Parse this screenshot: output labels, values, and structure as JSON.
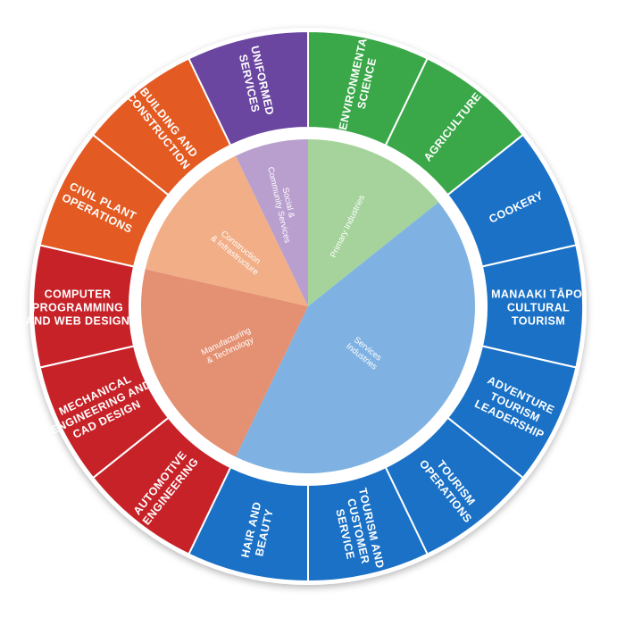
{
  "colors": {
    "green": "#3aa849",
    "blue": "#1a71c6",
    "red": "#c62228",
    "orange": "#e35a22",
    "purple": "#6b46a1",
    "inner_green": "#a5d39b",
    "inner_blue": "#7fb2e2",
    "inner_salmon": "#e49072",
    "inner_peach": "#f2ae86",
    "inner_lavender": "#b89fce",
    "ring": "#ffffff"
  },
  "outer_segments": [
    {
      "id": "environmental-science",
      "lines": [
        "ENVIRONMENTAL",
        "SCIENCE"
      ],
      "color": "green"
    },
    {
      "id": "agriculture",
      "lines": [
        "AGRICULTURE"
      ],
      "color": "green"
    },
    {
      "id": "cookery",
      "lines": [
        "COOKERY"
      ],
      "color": "blue"
    },
    {
      "id": "manaaki-tapoi",
      "lines": [
        "MANAAKI TĀPOI",
        "CULTURAL",
        "TOURISM"
      ],
      "color": "blue"
    },
    {
      "id": "adventure-tourism",
      "lines": [
        "ADVENTURE",
        "TOURISM",
        "LEADERSHIP"
      ],
      "color": "blue"
    },
    {
      "id": "tourism-operations",
      "lines": [
        "TOURISM",
        "OPERATIONS"
      ],
      "color": "blue"
    },
    {
      "id": "tourism-customer-service",
      "lines": [
        "TOURISM AND",
        "CUSTOMER",
        "SERVICE"
      ],
      "color": "blue"
    },
    {
      "id": "hair-and-beauty",
      "lines": [
        "HAIR AND",
        "BEAUTY"
      ],
      "color": "blue"
    },
    {
      "id": "automotive-engineering",
      "lines": [
        "AUTOMOTIVE",
        "ENGINEERING"
      ],
      "color": "red"
    },
    {
      "id": "mechanical-engineering",
      "lines": [
        "MECHANICAL",
        "ENGINEERING AND",
        "CAD DESIGN"
      ],
      "color": "red"
    },
    {
      "id": "computer-programming",
      "lines": [
        "COMPUTER",
        "PROGRAMMING",
        "AND WEB DESIGN"
      ],
      "color": "red"
    },
    {
      "id": "civil-plant",
      "lines": [
        "CIVIL PLANT",
        "OPERATIONS"
      ],
      "color": "orange"
    },
    {
      "id": "building-construction",
      "lines": [
        "BUILDING AND",
        "CONSTRUCTION"
      ],
      "color": "orange"
    },
    {
      "id": "uniformed-services",
      "lines": [
        "UNIFORMED",
        "SERVICES"
      ],
      "color": "purple"
    }
  ],
  "inner_segments": [
    {
      "id": "primary-industries",
      "lines": [
        "Primary Industries"
      ],
      "color": "inner_green",
      "share": 2
    },
    {
      "id": "services-industries",
      "lines": [
        "Services",
        "Industries"
      ],
      "color": "inner_blue",
      "share": 6
    },
    {
      "id": "manufacturing-technology",
      "lines": [
        "Manufacturing",
        "& Technology"
      ],
      "color": "inner_salmon",
      "share": 3
    },
    {
      "id": "construction-infrastructure",
      "lines": [
        "Construction",
        "& Infrastructure"
      ],
      "color": "inner_peach",
      "share": 2
    },
    {
      "id": "social-community",
      "lines": [
        "Social &",
        "Community Services"
      ],
      "color": "inner_lavender",
      "share": 1
    }
  ]
}
